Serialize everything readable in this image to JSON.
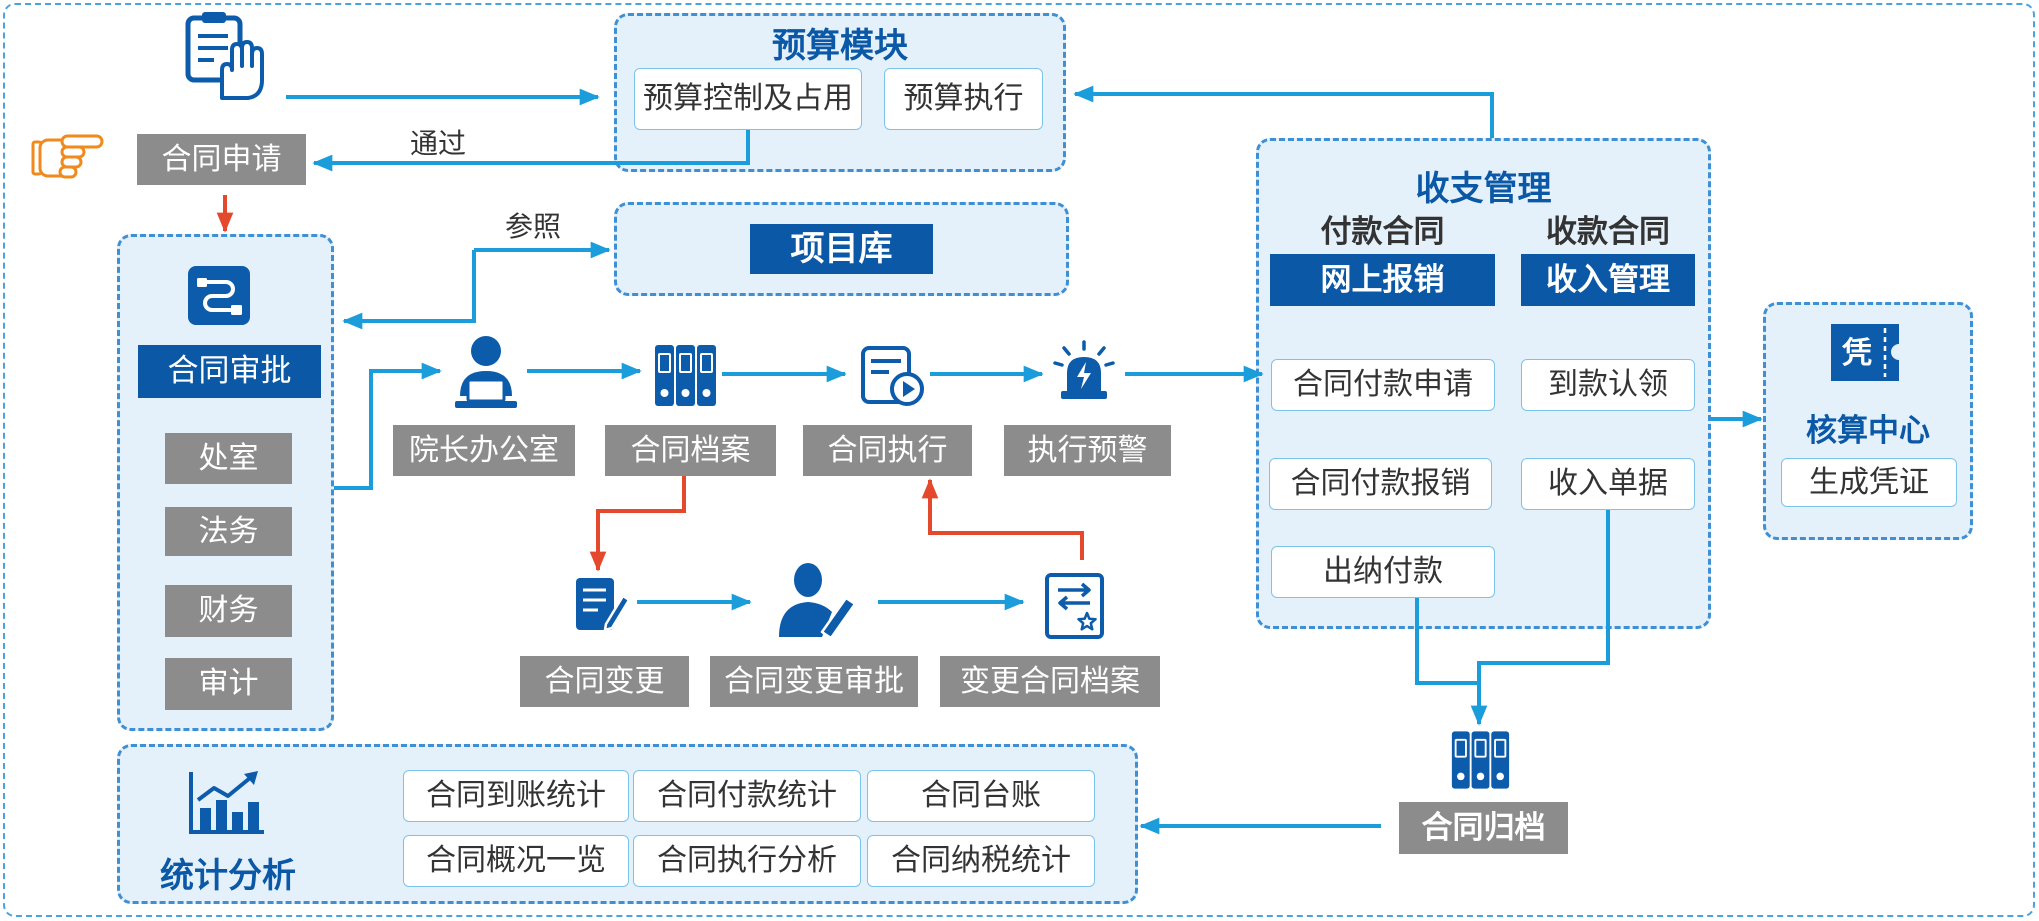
{
  "colors": {
    "primary_blue": "#0b58a6",
    "arrow_blue": "#1c9ddb",
    "arrow_red": "#e5492d",
    "gray_box": "#8c8c8c",
    "panel_fill": "#e4f1fb",
    "panel_border": "#3f8fd4",
    "pointer_orange": "#f08a1c"
  },
  "icons": {
    "apply": "clipboard-hand-icon",
    "pointer": "pointing-hand-icon",
    "approval": "flow-icon",
    "dean_office": "person-laptop-icon",
    "archive": "binders-icon",
    "execution": "document-play-icon",
    "warning": "alarm-icon",
    "change": "edit-document-icon",
    "change_approval": "person-pen-icon",
    "change_archive": "document-exchange-star-icon",
    "accounting": "voucher-icon",
    "filing": "binders-icon",
    "statistics": "bar-chart-trend-icon"
  },
  "apply": {
    "label": "合同申请",
    "pass_label": "通过"
  },
  "budget": {
    "title": "预算模块",
    "items": [
      "预算控制及占用",
      "预算执行"
    ]
  },
  "project_library": {
    "title": "项目库",
    "ref_label": "参照"
  },
  "approval": {
    "title": "合同审批",
    "departments": [
      "处室",
      "法务",
      "财务",
      "审计"
    ]
  },
  "flow": {
    "dean_office": "院长办公室",
    "archive": "合同档案",
    "execution": "合同执行",
    "warning": "执行预警"
  },
  "change": {
    "change": "合同变更",
    "change_approval": "合同变更审批",
    "change_archive": "变更合同档案"
  },
  "finance": {
    "title": "收支管理",
    "payment": {
      "heading": "付款合同",
      "module": "网上报销",
      "items": [
        "合同付款申请",
        "合同付款报销",
        "出纳付款"
      ]
    },
    "receipt": {
      "heading": "收款合同",
      "module": "收入管理",
      "items": [
        "到款认领",
        "收入单据"
      ]
    }
  },
  "accounting": {
    "icon_char": "凭",
    "title": "核算中心",
    "action": "生成凭证"
  },
  "filing": {
    "label": "合同归档"
  },
  "statistics": {
    "title": "统计分析",
    "items": [
      "合同到账统计",
      "合同付款统计",
      "合同台账",
      "合同概况一览",
      "合同执行分析",
      "合同纳税统计"
    ]
  }
}
